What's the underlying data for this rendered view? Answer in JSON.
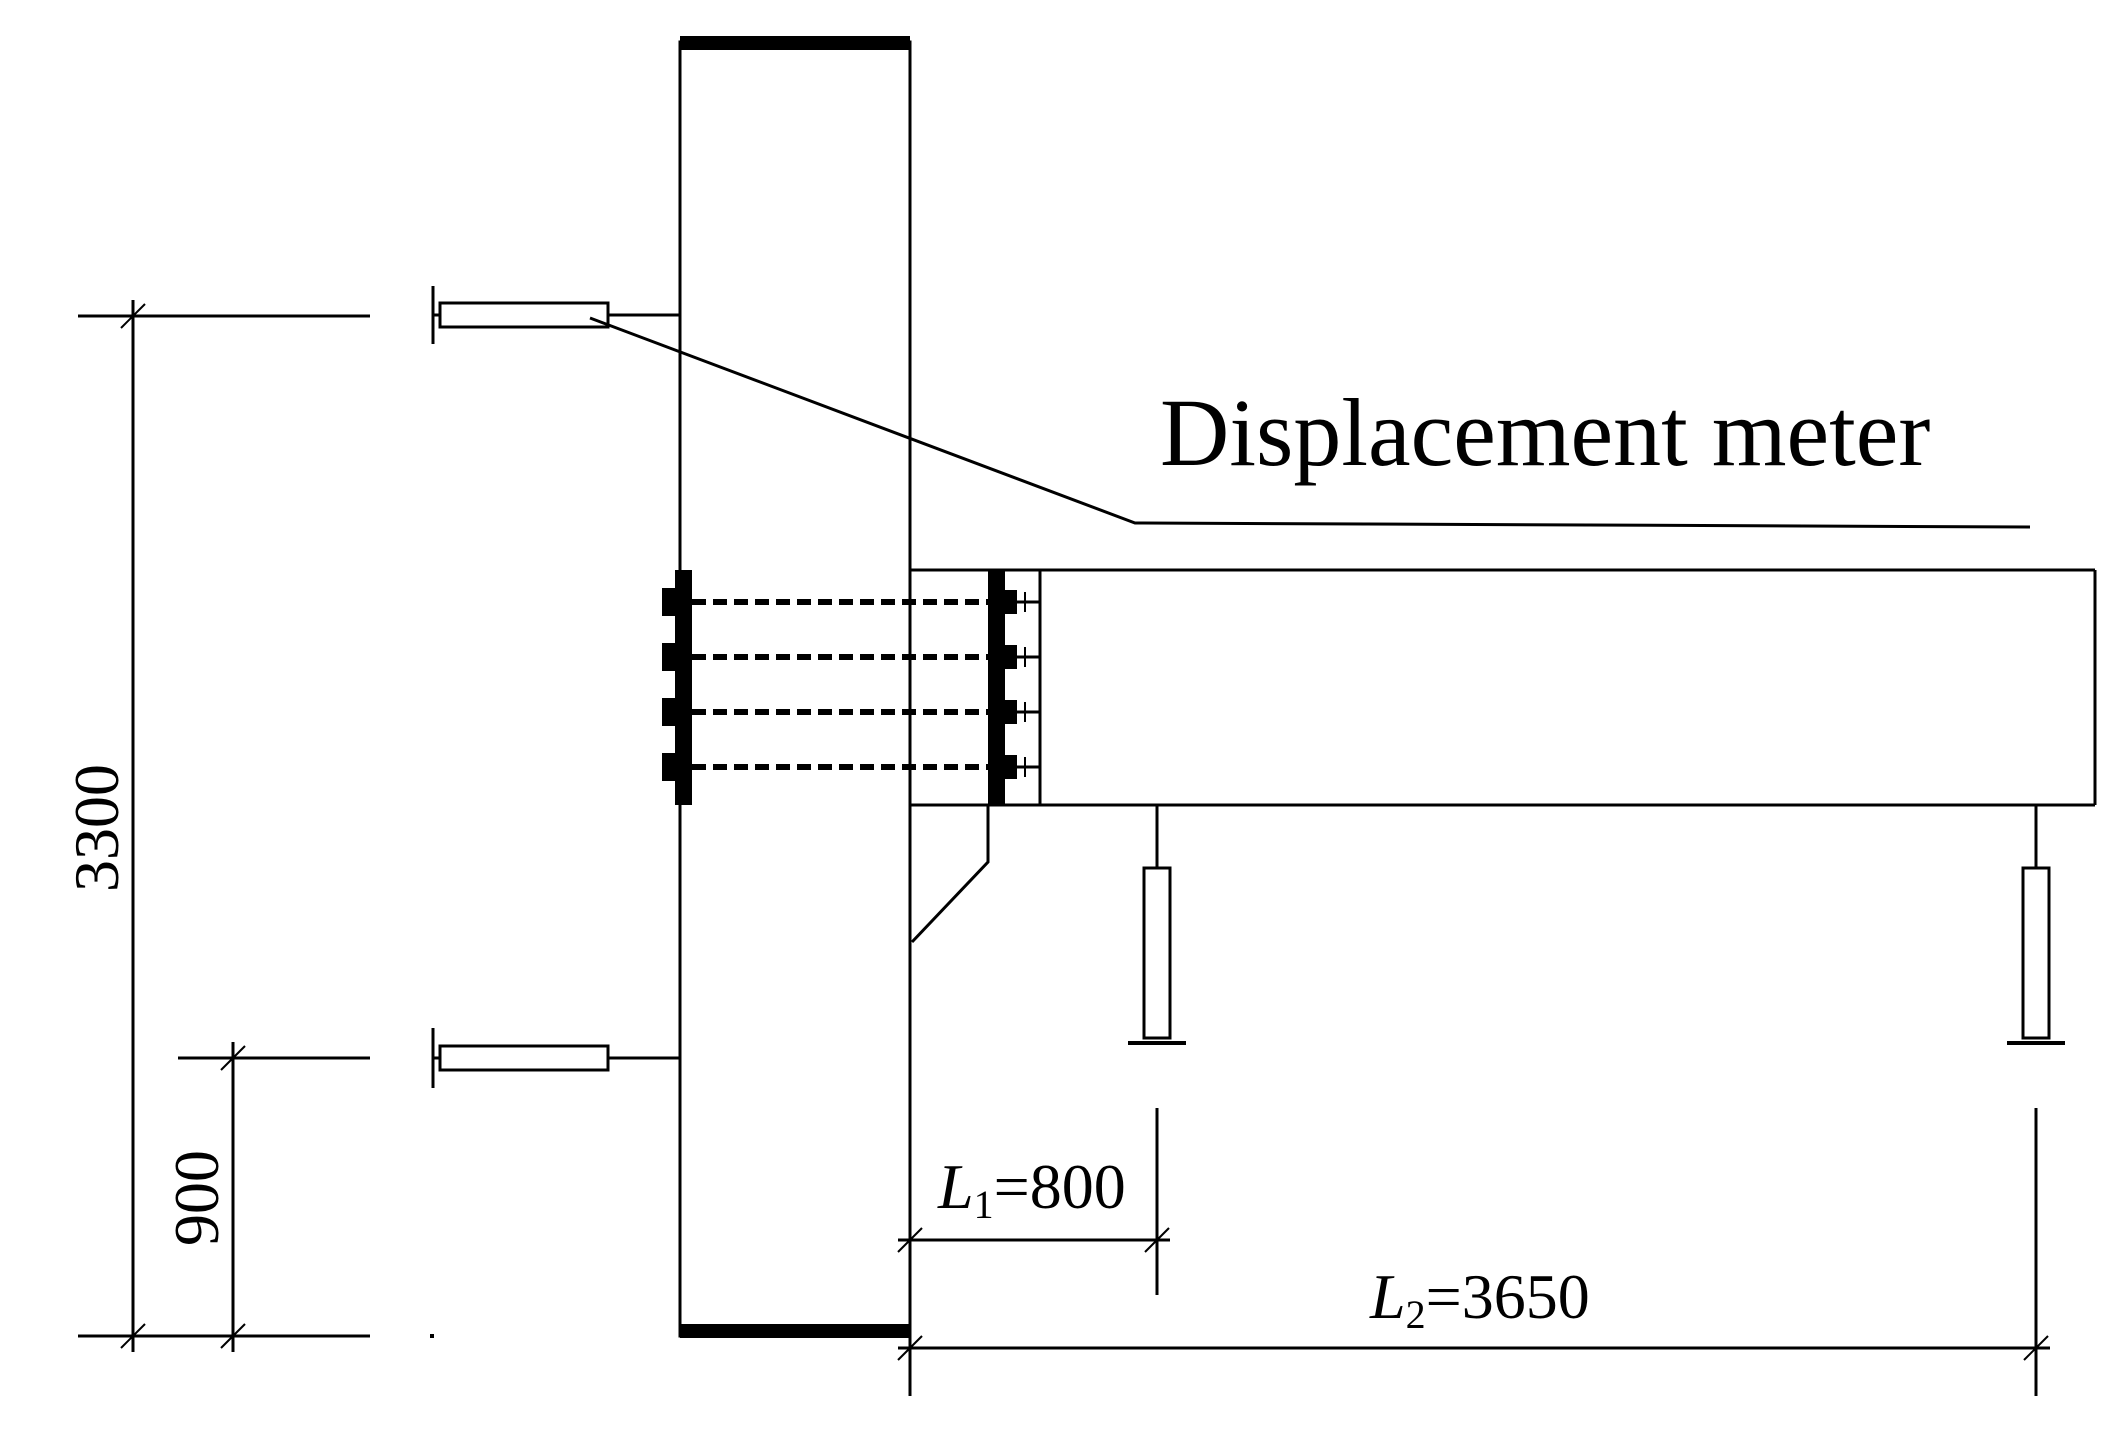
{
  "annotation": {
    "displacement_meter": "Displacement meter"
  },
  "dimensions": {
    "total_height": "3300",
    "lower_height": "900",
    "l1_symbol": "L",
    "l1_subscript": "1",
    "l1_value": "=800",
    "l2_symbol": "L",
    "l2_subscript": "2",
    "l2_value": "=3650"
  },
  "colors": {
    "line": "#000000",
    "background": "#ffffff"
  }
}
